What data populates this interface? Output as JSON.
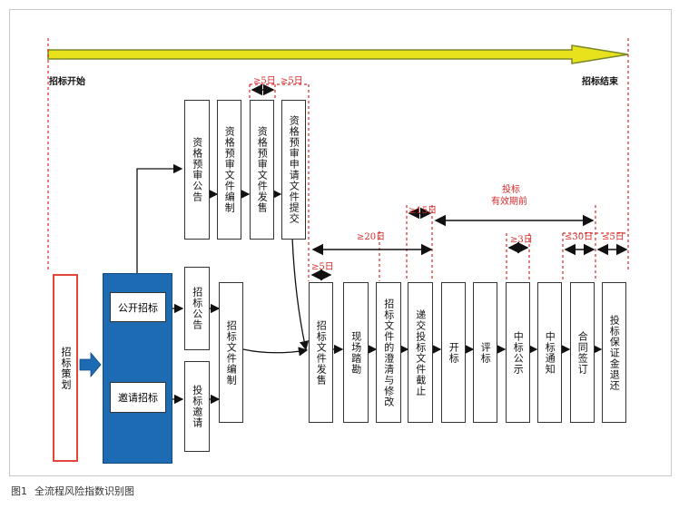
{
  "timeline": {
    "start_label": "招标开始",
    "end_label": "招标结束"
  },
  "planning": {
    "label": "招标策划"
  },
  "methods": {
    "public": "公开招标",
    "invite": "邀请招标"
  },
  "prequal": [
    {
      "label": "资格预审公告"
    },
    {
      "label": "资格预审文件编制"
    },
    {
      "label": "资格预审文件发售"
    },
    {
      "label": "资格预审申请文件提交"
    }
  ],
  "branch": {
    "announcement": "招标公告",
    "invitation": "投标邀请",
    "doc_prep": "招标文件编制"
  },
  "steps": [
    {
      "label": "招标文件发售"
    },
    {
      "label": "现场踏勘"
    },
    {
      "label": "招标文件的澄清与修改"
    },
    {
      "label": "递交投标文件截止"
    },
    {
      "label": "开标"
    },
    {
      "label": "评标"
    },
    {
      "label": "中标公示"
    },
    {
      "label": "中标通知"
    },
    {
      "label": "合同签订"
    },
    {
      "label": "投标保证金退还"
    }
  ],
  "durations": {
    "prequal_sale": "≥5日",
    "prequal_submit": "≥5日",
    "doc_sale": "≥5日",
    "clarify": "≥20日",
    "deadline": "≥15日",
    "validity_line1": "投标",
    "validity_line2": "有效期前",
    "publicity": "≥3日",
    "contract": "≤30日",
    "refund": "≤5日"
  },
  "caption": {
    "figure_no": "图1",
    "title": "全流程风险指数识别图"
  },
  "colors": {
    "accent_red": "#d42a2a",
    "blue_block": "#1d6bb3",
    "arrow_yellow": "#e8e21c",
    "arrow_green": "#7a8a2c"
  }
}
